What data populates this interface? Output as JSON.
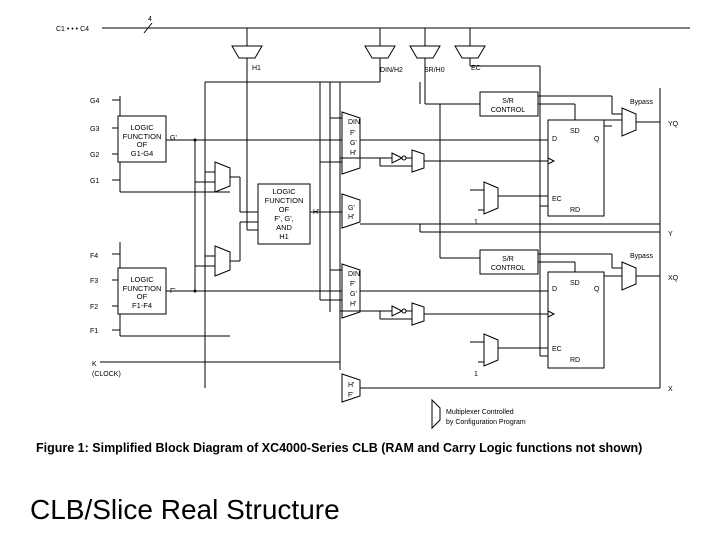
{
  "slide_title": "CLB/Slice Real Structure",
  "figure_caption": "Figure 1:   Simplified Block Diagram of XC4000-Series CLB (RAM and Carry Logic functions not shown)",
  "control_inputs": {
    "c_bus": "C1 • • • C4",
    "bus_width": "4",
    "h1": "H1",
    "din_h2": "DIN/H2",
    "sr_h0": "SR/H0",
    "ec": "EC"
  },
  "g_inputs": [
    "G4",
    "G3",
    "G2",
    "G1"
  ],
  "f_inputs": [
    "F4",
    "F3",
    "F2",
    "F1"
  ],
  "clock": {
    "k": "K",
    "label": "(CLOCK)"
  },
  "g_function": {
    "line1": "LOGIC",
    "line2": "FUNCTION",
    "line3": "OF",
    "line4": "G1-G4",
    "output": "G'"
  },
  "h_function": {
    "line1": "LOGIC",
    "line2": "FUNCTION",
    "line3": "OF",
    "line4": "F', G',",
    "line5": "AND",
    "line6": "H1",
    "output": "H'"
  },
  "f_function": {
    "line1": "LOGIC",
    "line2": "FUNCTION",
    "line3": "OF",
    "line4": "F1-F4",
    "output": "F'"
  },
  "upper_mux_labels": [
    "DIN",
    "F'",
    "G'",
    "H'"
  ],
  "upper_small_mux_labels": [
    "G'",
    "H'"
  ],
  "lower_mux_labels": [
    "DIN",
    "F'",
    "G'",
    "H'"
  ],
  "bottom_mux_labels": [
    "H'",
    "F'"
  ],
  "upper_ff": {
    "sr_control_1": "S/R",
    "sr_control_2": "CONTROL",
    "bypass": "Bypass",
    "d": "D",
    "sd": "SD",
    "q": "Q",
    "ec": "EC",
    "rd": "RD",
    "one": "1"
  },
  "lower_ff": {
    "sr_control_1": "S/R",
    "sr_control_2": "CONTROL",
    "bypass": "Bypass",
    "d": "D",
    "sd": "SD",
    "q": "Q",
    "ec": "EC",
    "rd": "RD",
    "one": "1"
  },
  "outputs": [
    "YQ",
    "Y",
    "XQ",
    "X"
  ],
  "legend": {
    "line1": "Multiplexer Controlled",
    "line2": "by Configuration Program"
  }
}
